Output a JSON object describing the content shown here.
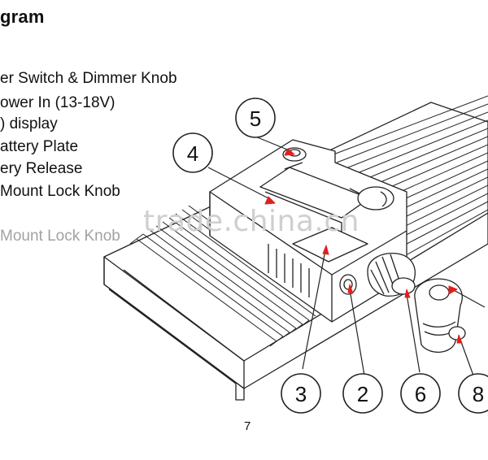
{
  "title": "gram",
  "legend": [
    "er Switch & Dimmer Knob",
    "ower In (13-18V)",
    ") display",
    "attery Plate",
    "ery Release",
    " Mount Lock Knob",
    " Mount Lock Knob"
  ],
  "watermark": "trade.china.cn",
  "page_number": "7",
  "callouts": [
    "5",
    "4",
    "3",
    "2",
    "6",
    "8"
  ],
  "colors": {
    "line": "#222222",
    "callout_arrow": "#e02020",
    "hatch": "#555555"
  }
}
